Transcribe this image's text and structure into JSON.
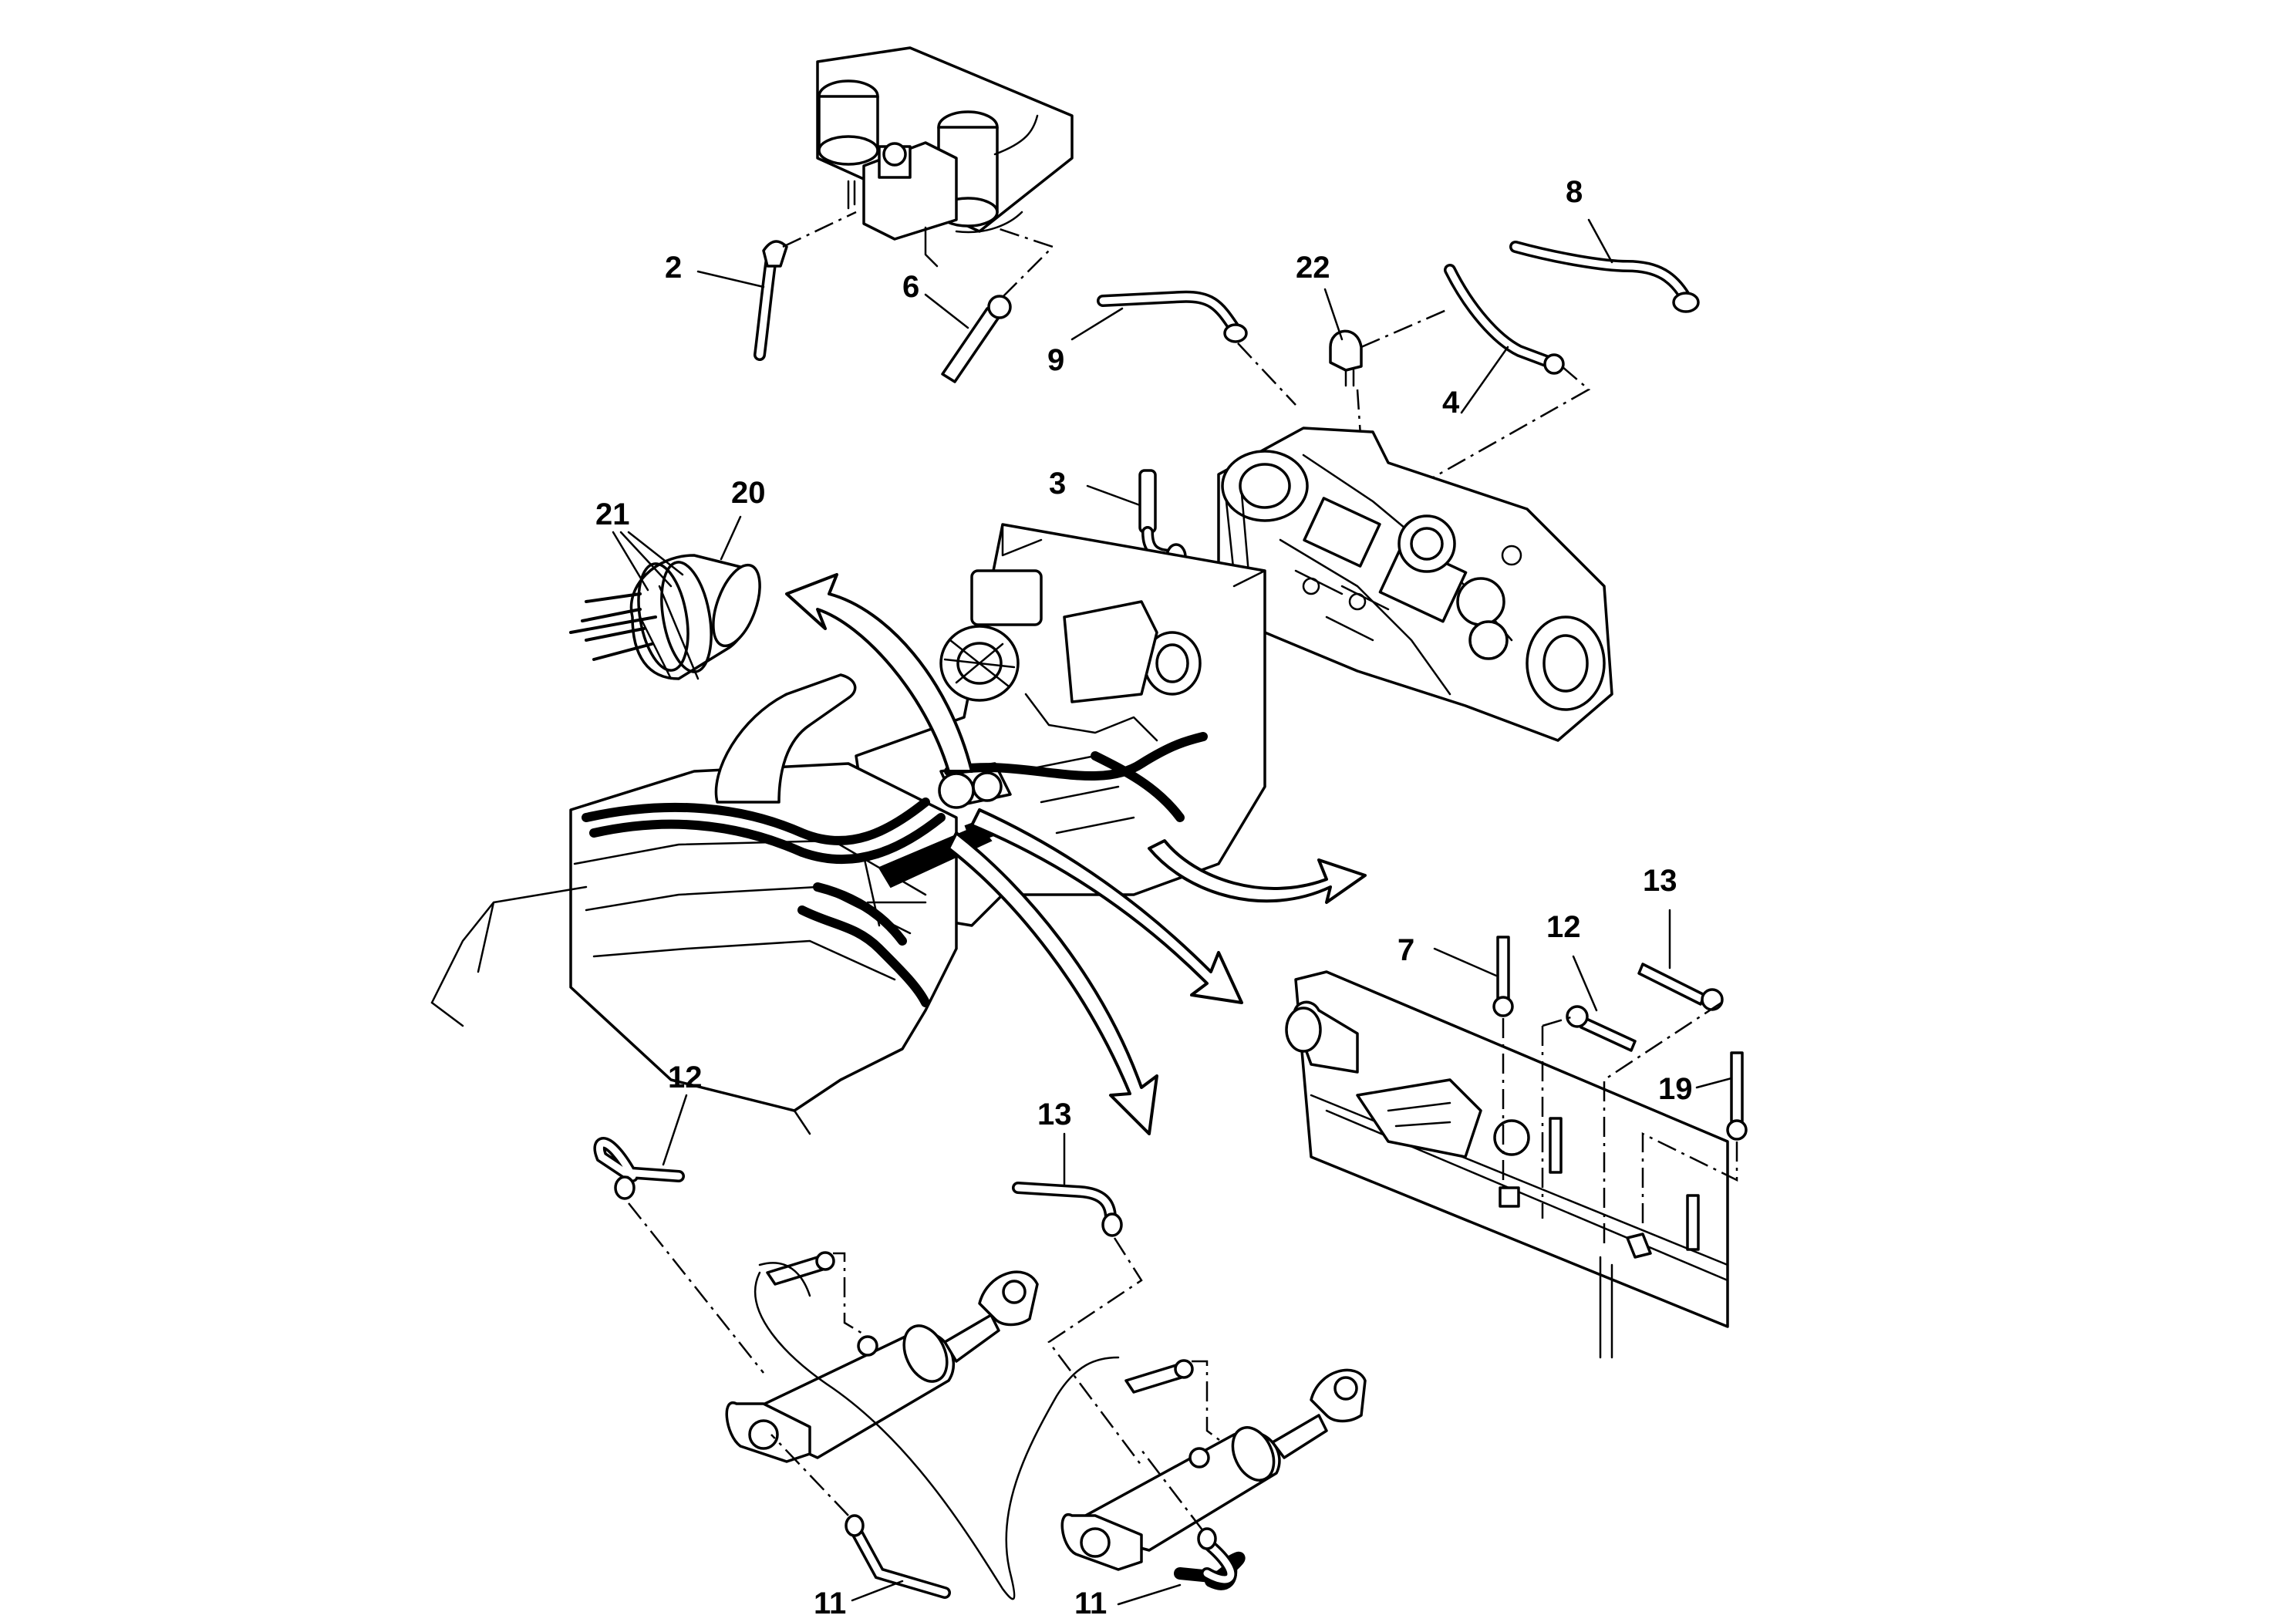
{
  "callouts": {
    "n2": "2",
    "n6": "6",
    "n8": "8",
    "n22": "22",
    "n9": "9",
    "n4": "4",
    "n3": "3",
    "n21": "21",
    "n20": "20",
    "n13a": "13",
    "n12a": "12",
    "n7": "7",
    "n19": "19",
    "n12b": "12",
    "n13b": "13",
    "n11a": "11",
    "n11b": "11"
  }
}
